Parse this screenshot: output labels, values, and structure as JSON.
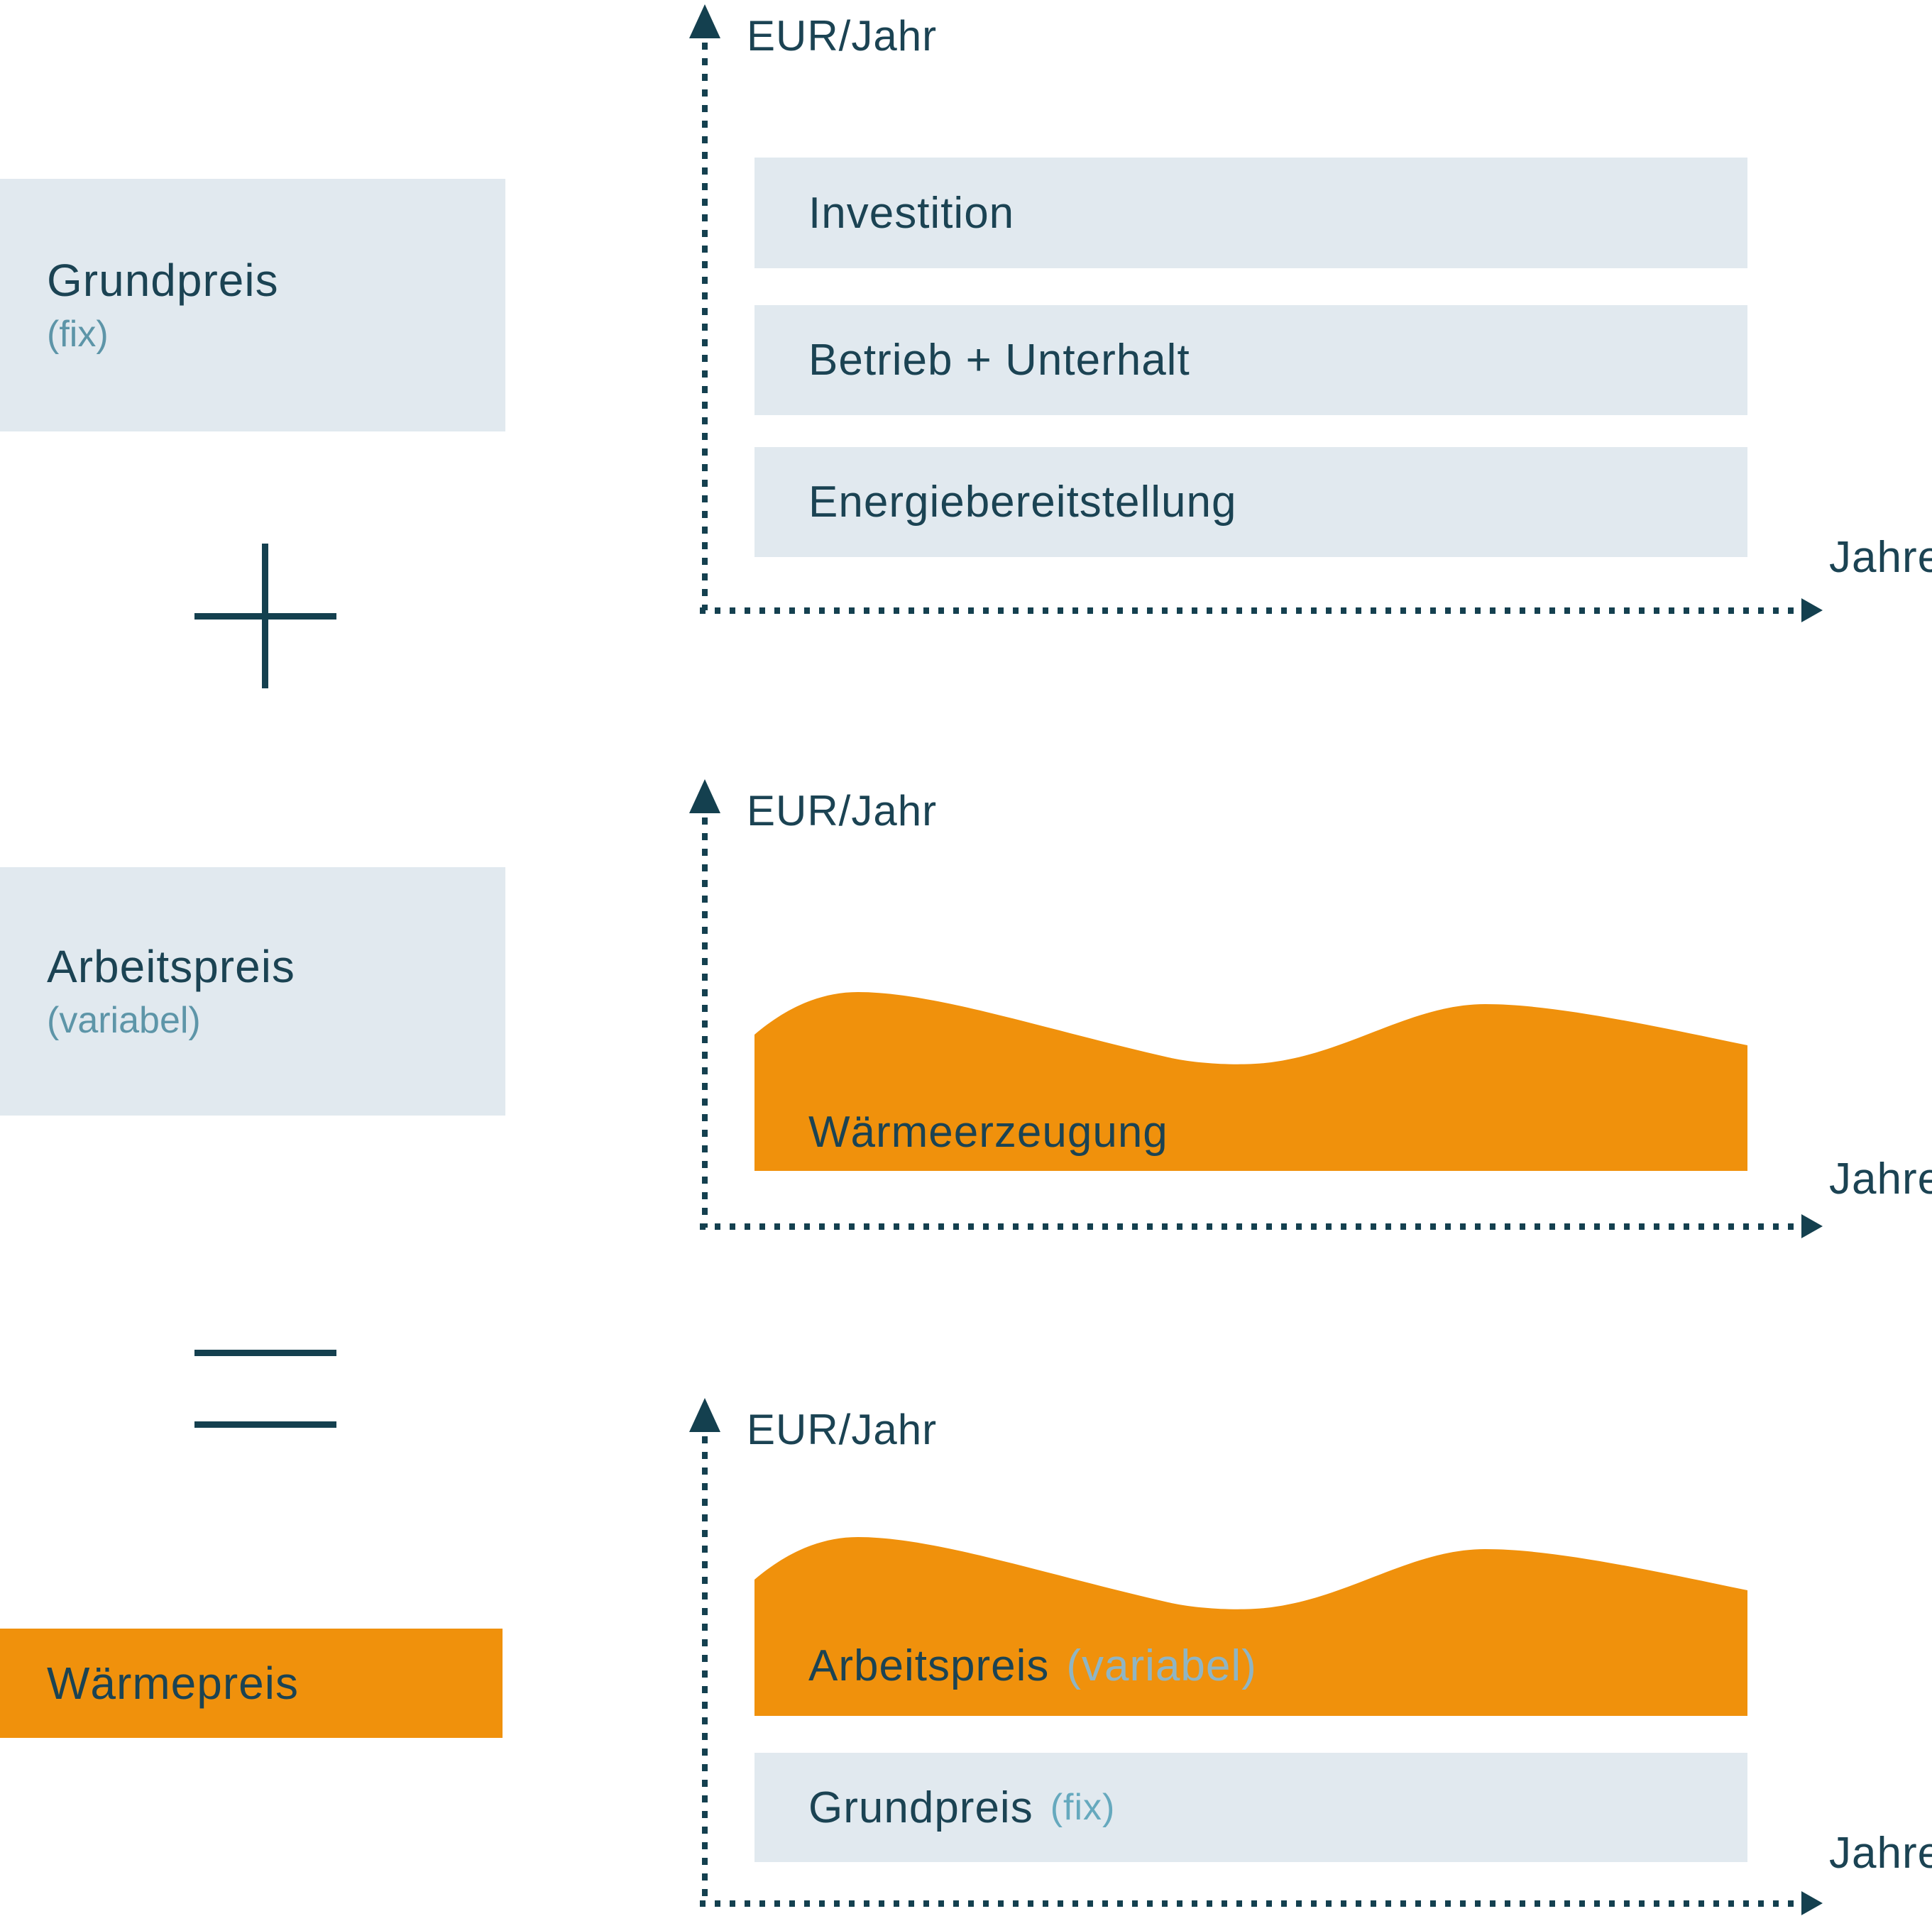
{
  "palette": {
    "orange": "#F0910C",
    "panel_blue_gray": "#E1E9EF",
    "text_dark_teal": "#1B4353",
    "subtitle_teal": "#5D95A8",
    "subtitle_teal_light": "#66A9BE",
    "subtitle_blue_on_orange": "#8FB5C4",
    "axis_teal": "#14404F"
  },
  "left_column": {
    "grundpreis": {
      "title": "Grundpreis",
      "subtitle": "(fix)"
    },
    "plus_operator": "+",
    "arbeitspreis": {
      "title": "Arbeitspreis",
      "subtitle": "(variabel)"
    },
    "equals_operator": "=",
    "waermepreis": {
      "title": "Wärmepreis"
    }
  },
  "charts": {
    "fixed": {
      "y_axis_label": "EUR/Jahr",
      "x_axis_label": "Jahre",
      "type": "stacked-constant-bands",
      "bars": [
        {
          "label": "Investition"
        },
        {
          "label": "Betrieb + Unterhalt"
        },
        {
          "label": "Energiebereitstellung"
        }
      ]
    },
    "variable": {
      "y_axis_label": "EUR/Jahr",
      "x_axis_label": "Jahre",
      "type": "fluctuating-area",
      "area_label": "Wärmeerzeugung"
    },
    "total": {
      "y_axis_label": "EUR/Jahr",
      "x_axis_label": "Jahre",
      "type": "fluctuating-area-over-fixed-band",
      "area_label": "Arbeitspreis",
      "area_sublabel": "(variabel)",
      "bar_label": "Grundpreis",
      "bar_sublabel": "(fix)"
    }
  }
}
